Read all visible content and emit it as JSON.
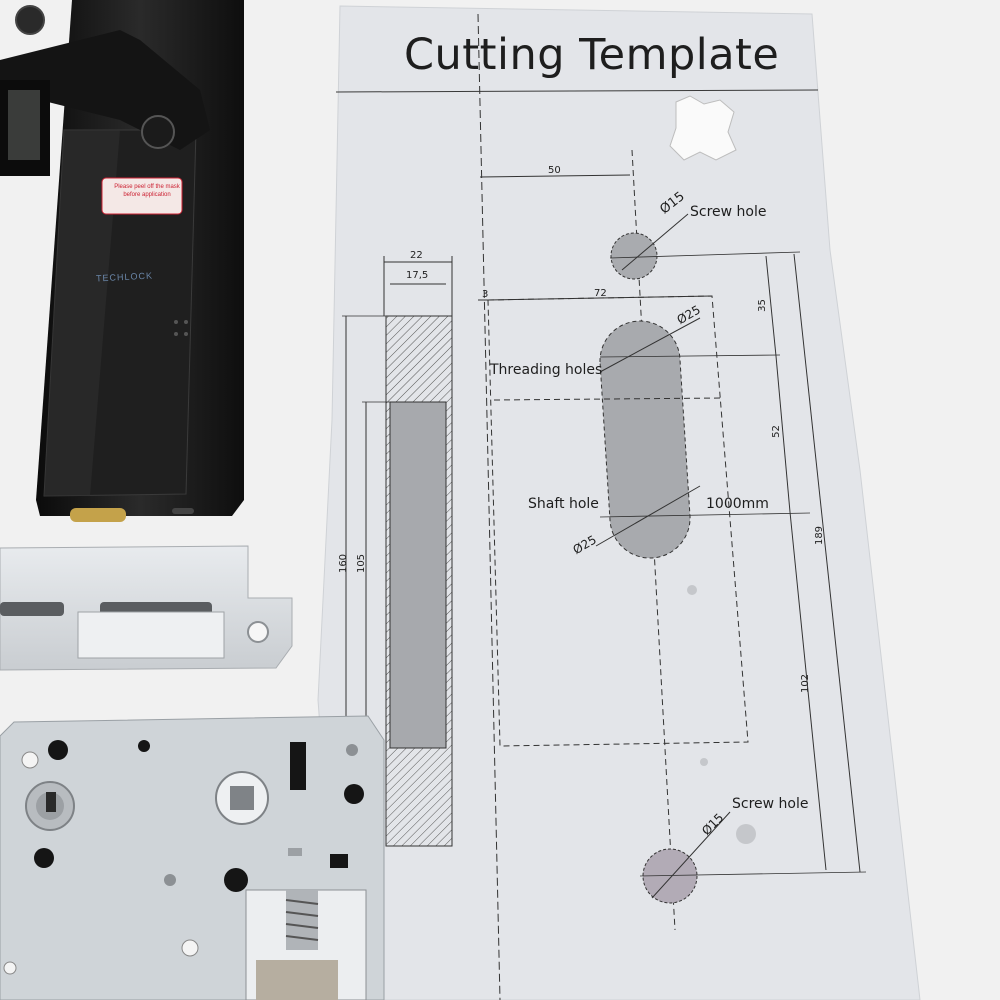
{
  "template": {
    "title": "Cutting Template",
    "labels": {
      "screw_hole_top": "Screw hole",
      "screw_hole_bottom": "Screw hole",
      "threading_holes": "Threading holes",
      "shaft_hole": "Shaft hole",
      "length_note": "1000mm"
    },
    "dimensions": {
      "d50": "50",
      "d15_top": "Ø15",
      "d15_bottom": "Ø15",
      "d22": "22",
      "d17_5": "17,5",
      "d3": "3",
      "d72": "72",
      "d25_top": "Ø25",
      "d25_bottom": "Ø25",
      "d35": "35",
      "d52": "52",
      "d189": "189",
      "d160": "160",
      "d105": "105",
      "d102": "102"
    }
  },
  "lock": {
    "brand": "TECHLOCK",
    "sticker_text": "Please peel off the mask before application"
  },
  "colors": {
    "paper": "#e4e6ea",
    "lock_body": "#151515",
    "metal_plate": "#dfe3e6",
    "gray_fill": "#a8aaae"
  }
}
